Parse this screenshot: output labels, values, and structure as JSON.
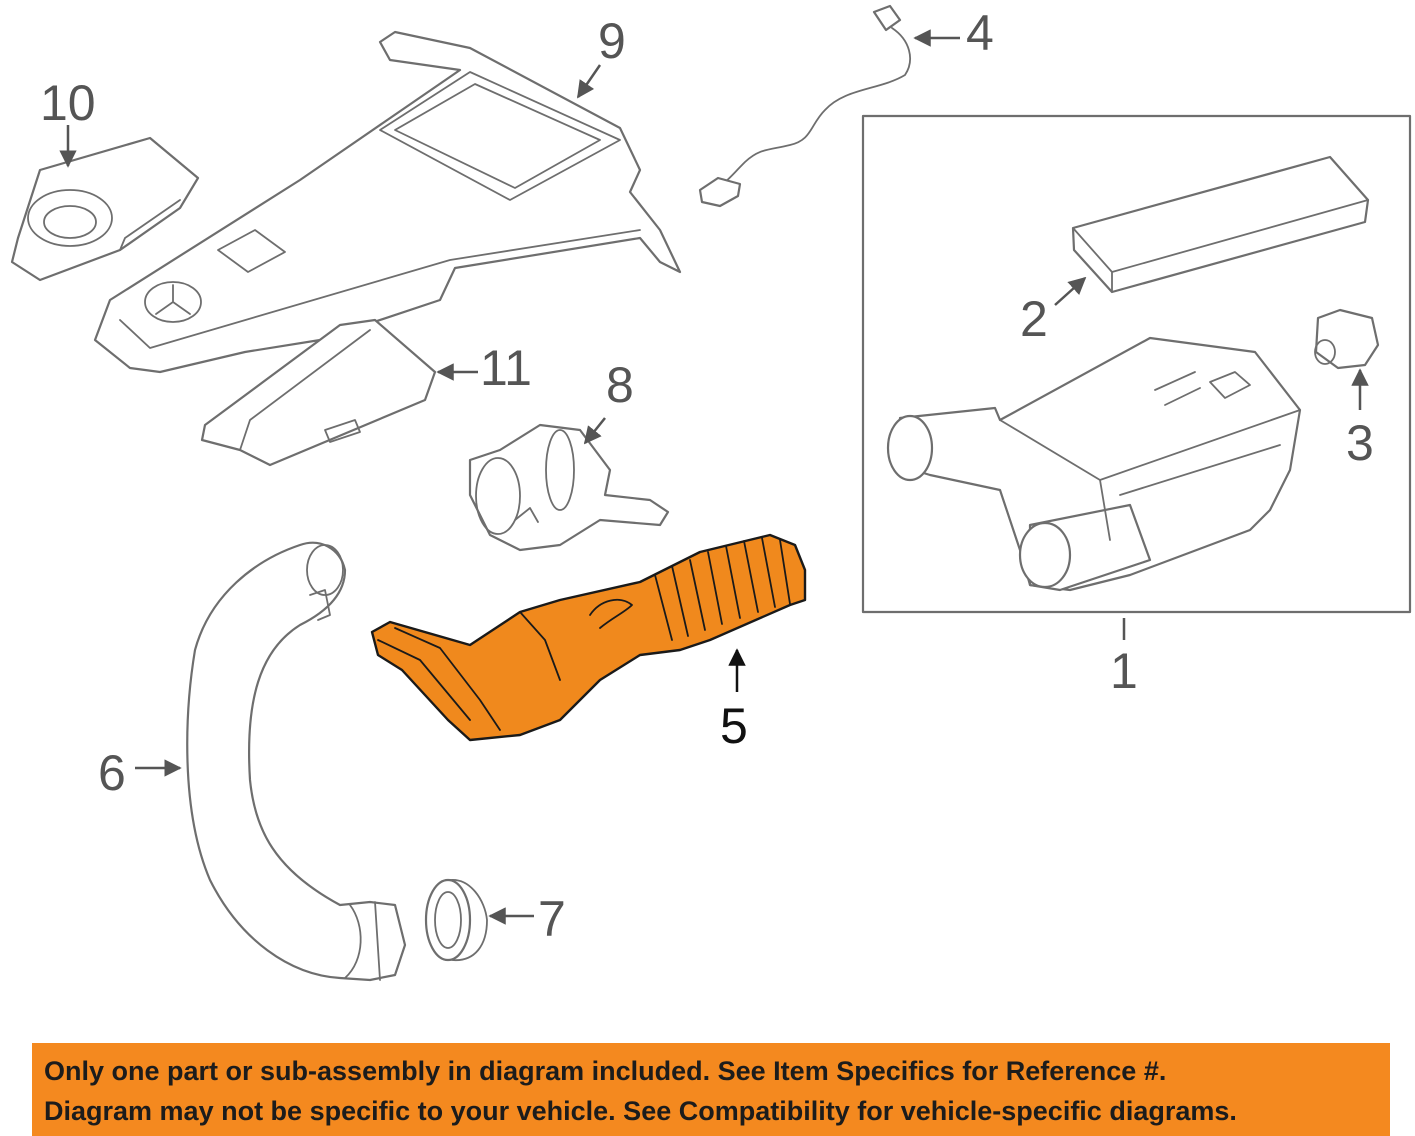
{
  "callouts": {
    "c1": "1",
    "c2": "2",
    "c3": "3",
    "c4": "4",
    "c5": "5",
    "c6": "6",
    "c7": "7",
    "c8": "8",
    "c9": "9",
    "c10": "10",
    "c11": "11"
  },
  "highlight_color": "#f0891d",
  "banner": {
    "line1": "Only one part or sub-assembly in diagram included. See Item Specifics for Reference #.",
    "line2": "Diagram may not be specific to your vehicle. See Compatibility for vehicle-specific diagrams.",
    "color": "#f4891f"
  }
}
